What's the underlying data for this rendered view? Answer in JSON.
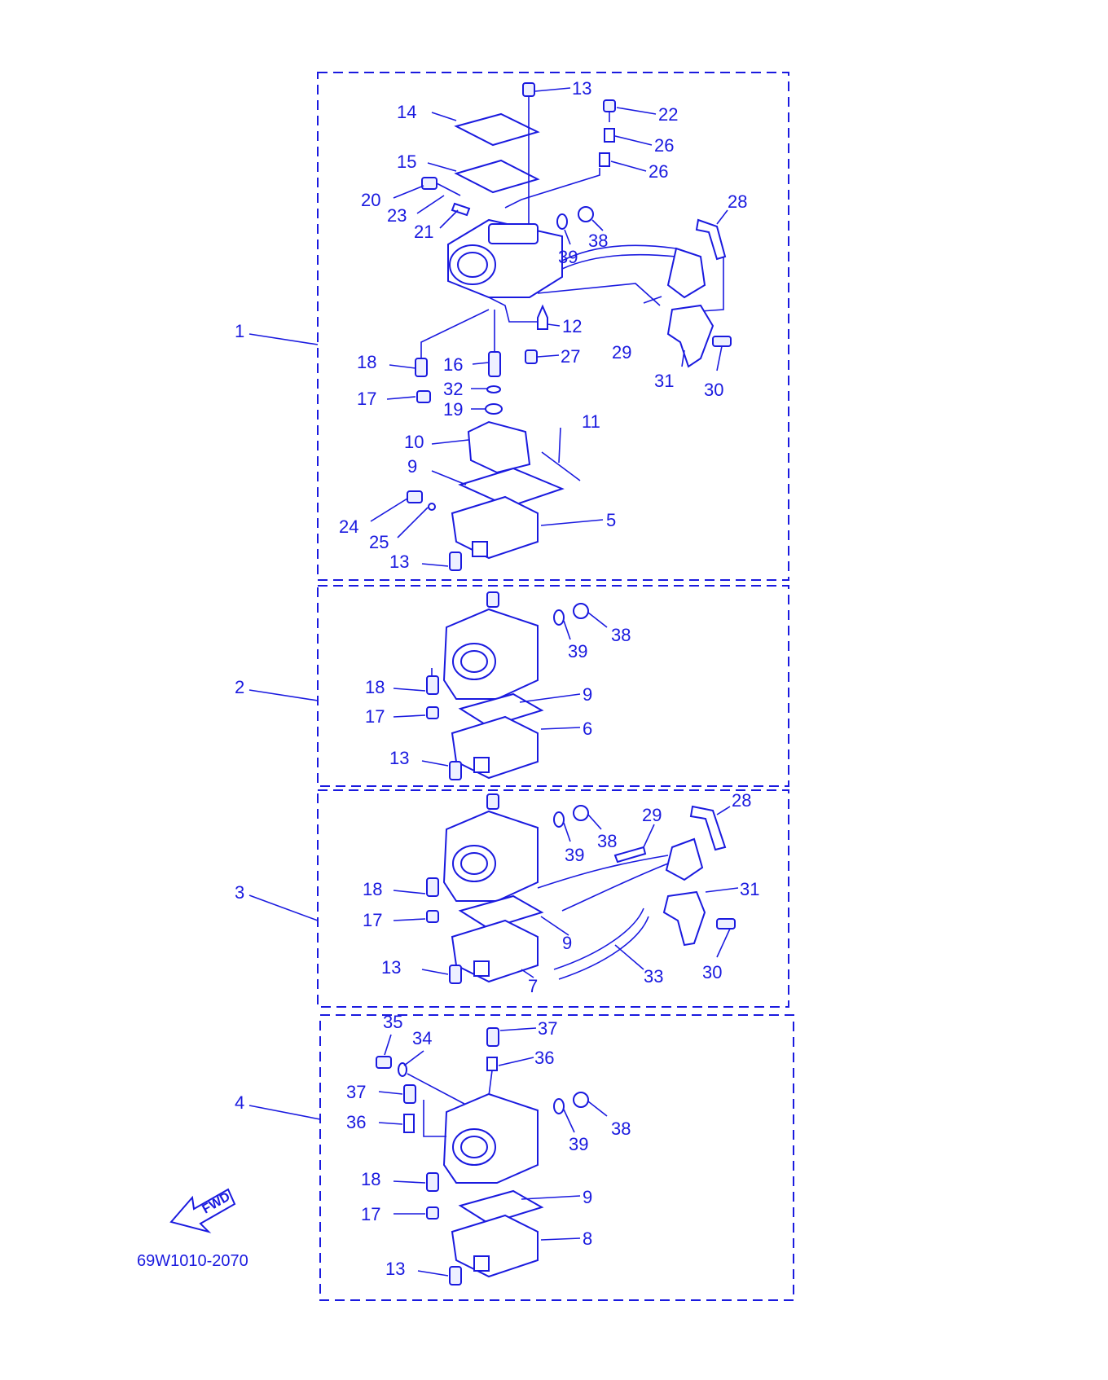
{
  "diagram_code": "69W1010-2070",
  "fwd_label": "FWD",
  "colors": {
    "line": "#1a1adf",
    "background": "#ffffff"
  },
  "groups": [
    {
      "label": "1",
      "callouts": [
        "13",
        "14",
        "22",
        "26",
        "26",
        "15",
        "20",
        "23",
        "21",
        "28",
        "39",
        "38",
        "12",
        "29",
        "18",
        "16",
        "27",
        "31",
        "30",
        "32",
        "17",
        "19",
        "11",
        "10",
        "9",
        "24",
        "5",
        "25",
        "13"
      ]
    },
    {
      "label": "2",
      "callouts": [
        "39",
        "38",
        "18",
        "9",
        "17",
        "6",
        "13"
      ]
    },
    {
      "label": "3",
      "callouts": [
        "28",
        "29",
        "39",
        "38",
        "18",
        "31",
        "17",
        "9",
        "13",
        "33",
        "30",
        "7"
      ]
    },
    {
      "label": "4",
      "callouts": [
        "35",
        "37",
        "34",
        "36",
        "37",
        "38",
        "36",
        "39",
        "18",
        "9",
        "17",
        "8",
        "13"
      ]
    }
  ]
}
